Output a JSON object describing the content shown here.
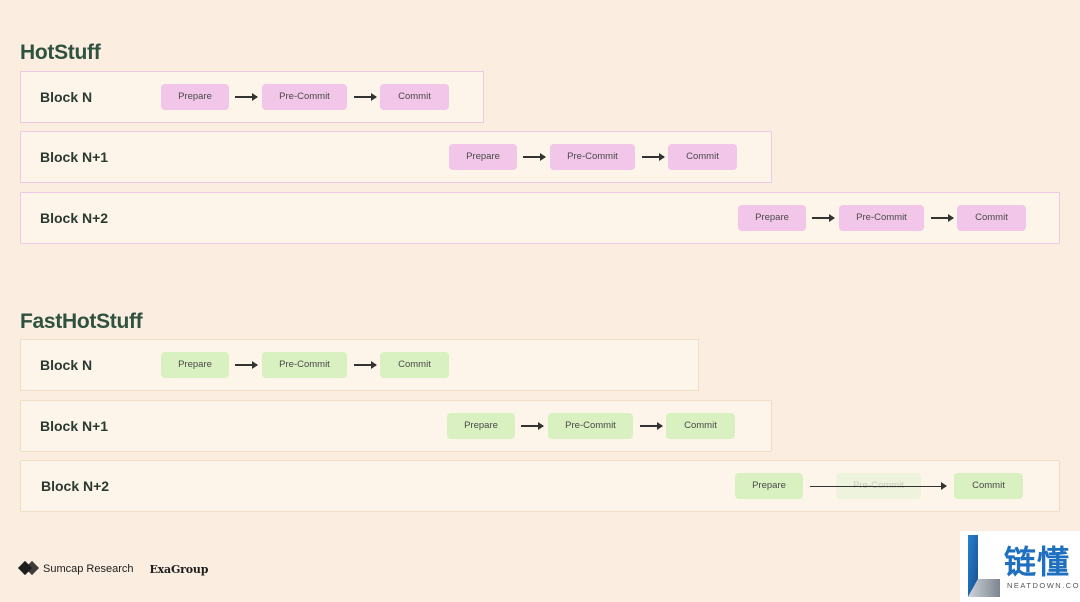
{
  "hotstuff": {
    "title": "HotStuff",
    "blocks": [
      {
        "label": "Block N",
        "phases": [
          "Prepare",
          "Pre-Commit",
          "Commit"
        ]
      },
      {
        "label": "Block N+1",
        "phases": [
          "Prepare",
          "Pre-Commit",
          "Commit"
        ]
      },
      {
        "label": "Block N+2",
        "phases": [
          "Prepare",
          "Pre-Commit",
          "Commit"
        ]
      }
    ]
  },
  "fasthotstuff": {
    "title": "FastHotStuff",
    "blocks": [
      {
        "label": "Block N",
        "phases": [
          "Prepare",
          "Pre-Commit",
          "Commit"
        ]
      },
      {
        "label": "Block N+1",
        "phases": [
          "Prepare",
          "Pre-Commit",
          "Commit"
        ]
      },
      {
        "label": "Block N+2",
        "phases": [
          "Prepare",
          "Pre-Commit",
          "Commit"
        ],
        "skipped_phase": "Pre-Commit"
      }
    ]
  },
  "colors": {
    "background": "#fbeee0",
    "hotstuff_phase": "#f1c6e8",
    "fasthotstuff_phase": "#d9f0c0",
    "title": "#2f5240"
  },
  "footer": {
    "brand1": "Sumcap Research",
    "brand2": "ExaGroup"
  },
  "watermark": {
    "cn": "链懂",
    "en": "NEATDOWN.COM"
  }
}
